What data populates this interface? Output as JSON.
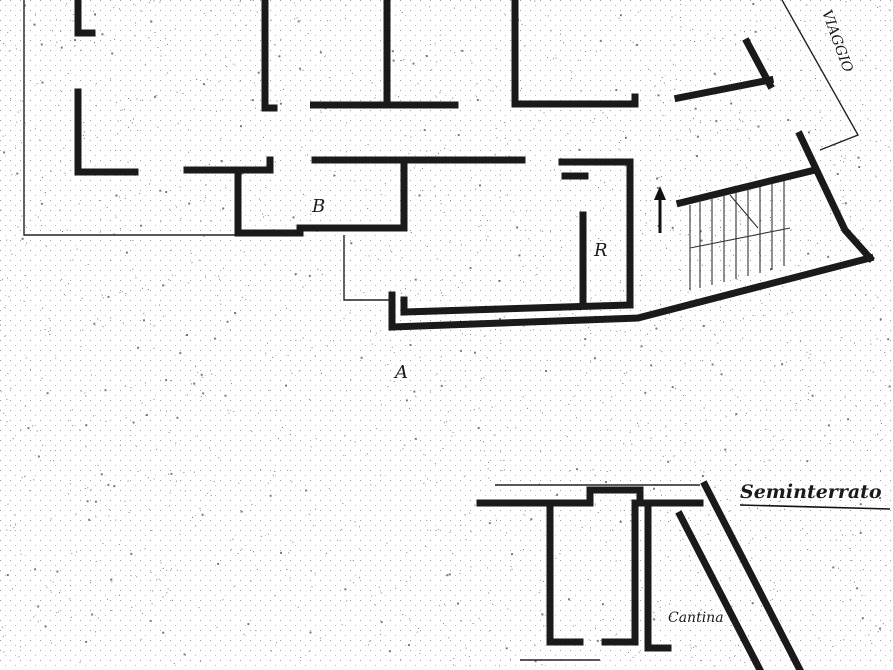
{
  "plan": {
    "street_label": "VIAGGIO",
    "basement_title": "Seminterrato",
    "room_labels": [
      {
        "text": "B"
      },
      {
        "text": "R"
      },
      {
        "text": "A"
      },
      {
        "text": "Cantina"
      }
    ]
  }
}
